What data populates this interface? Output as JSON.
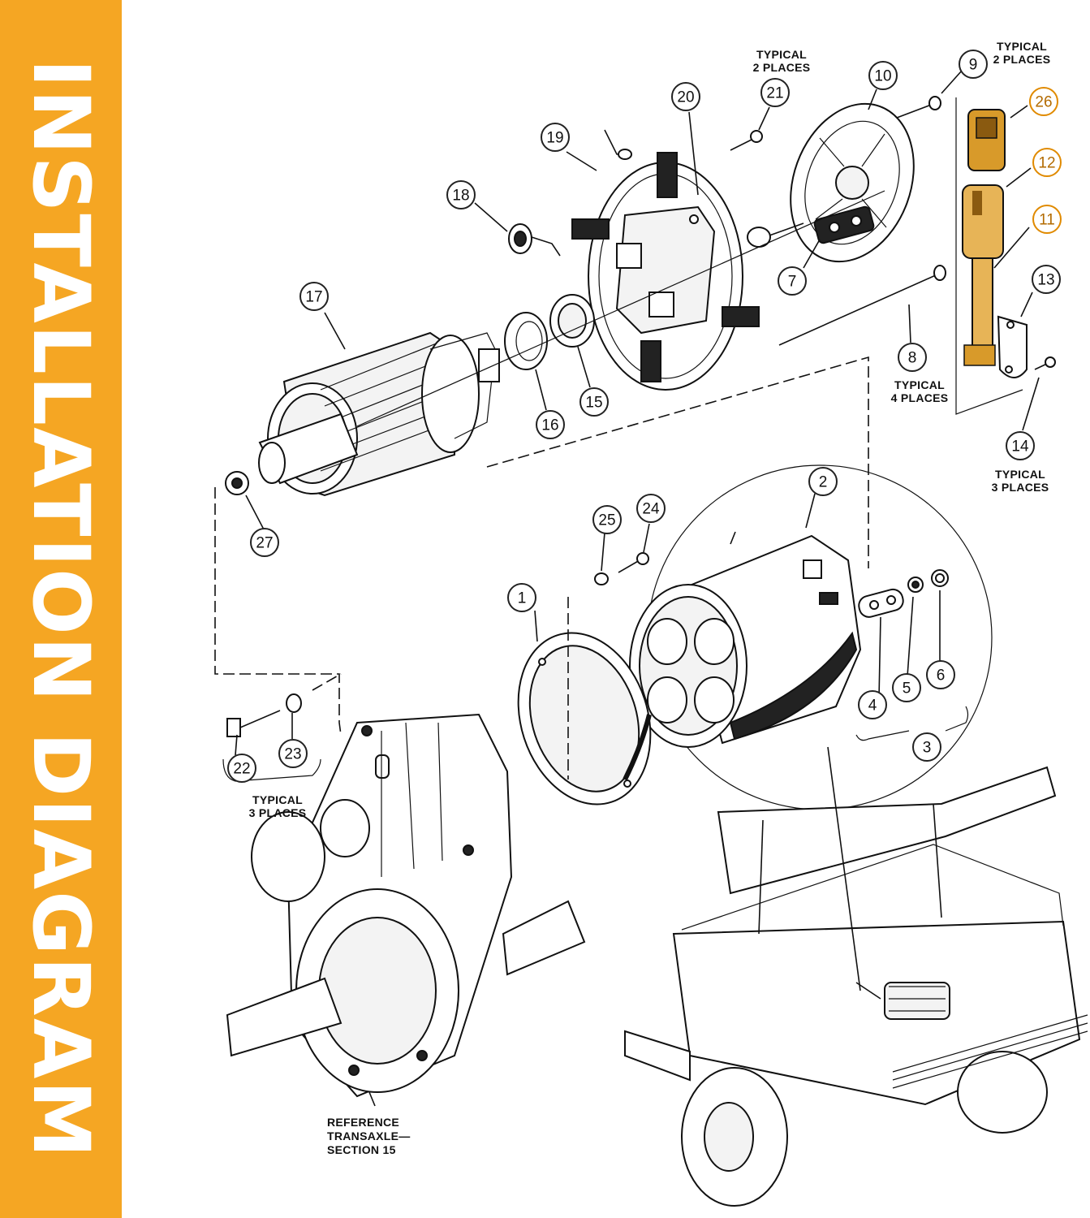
{
  "banner": {
    "title": "INSTALLATION DIAGRAM",
    "color": "#F5A623"
  },
  "callouts": [
    {
      "id": "1",
      "label": "1"
    },
    {
      "id": "2",
      "label": "2"
    },
    {
      "id": "3",
      "label": "3"
    },
    {
      "id": "4",
      "label": "4"
    },
    {
      "id": "5",
      "label": "5"
    },
    {
      "id": "6",
      "label": "6"
    },
    {
      "id": "7",
      "label": "7"
    },
    {
      "id": "8",
      "label": "8"
    },
    {
      "id": "9",
      "label": "9"
    },
    {
      "id": "10",
      "label": "10"
    },
    {
      "id": "11",
      "label": "11",
      "highlight": true
    },
    {
      "id": "12",
      "label": "12",
      "highlight": true
    },
    {
      "id": "13",
      "label": "13"
    },
    {
      "id": "14",
      "label": "14"
    },
    {
      "id": "15",
      "label": "15"
    },
    {
      "id": "16",
      "label": "16"
    },
    {
      "id": "17",
      "label": "17"
    },
    {
      "id": "18",
      "label": "18"
    },
    {
      "id": "19",
      "label": "19"
    },
    {
      "id": "20",
      "label": "20"
    },
    {
      "id": "21",
      "label": "21"
    },
    {
      "id": "22",
      "label": "22"
    },
    {
      "id": "23",
      "label": "23"
    },
    {
      "id": "24",
      "label": "24"
    },
    {
      "id": "25",
      "label": "25"
    },
    {
      "id": "26",
      "label": "26",
      "highlight": true
    },
    {
      "id": "27",
      "label": "27"
    }
  ],
  "notes": {
    "typical_2_places_a": [
      "TYPICAL",
      "2 PLACES"
    ],
    "typical_2_places_b": [
      "TYPICAL",
      "2 PLACES"
    ],
    "typical_4_places": [
      "TYPICAL",
      "4 PLACES"
    ],
    "typical_3_places_a": [
      "TYPICAL",
      "3 PLACES"
    ],
    "typical_3_places_b": [
      "TYPICAL",
      "3 PLACES"
    ],
    "reference": [
      "REFERENCE",
      "TRANSAXLE—",
      "SECTION 15"
    ]
  },
  "colors": {
    "highlight": "#E08A00",
    "line": "#111111"
  }
}
